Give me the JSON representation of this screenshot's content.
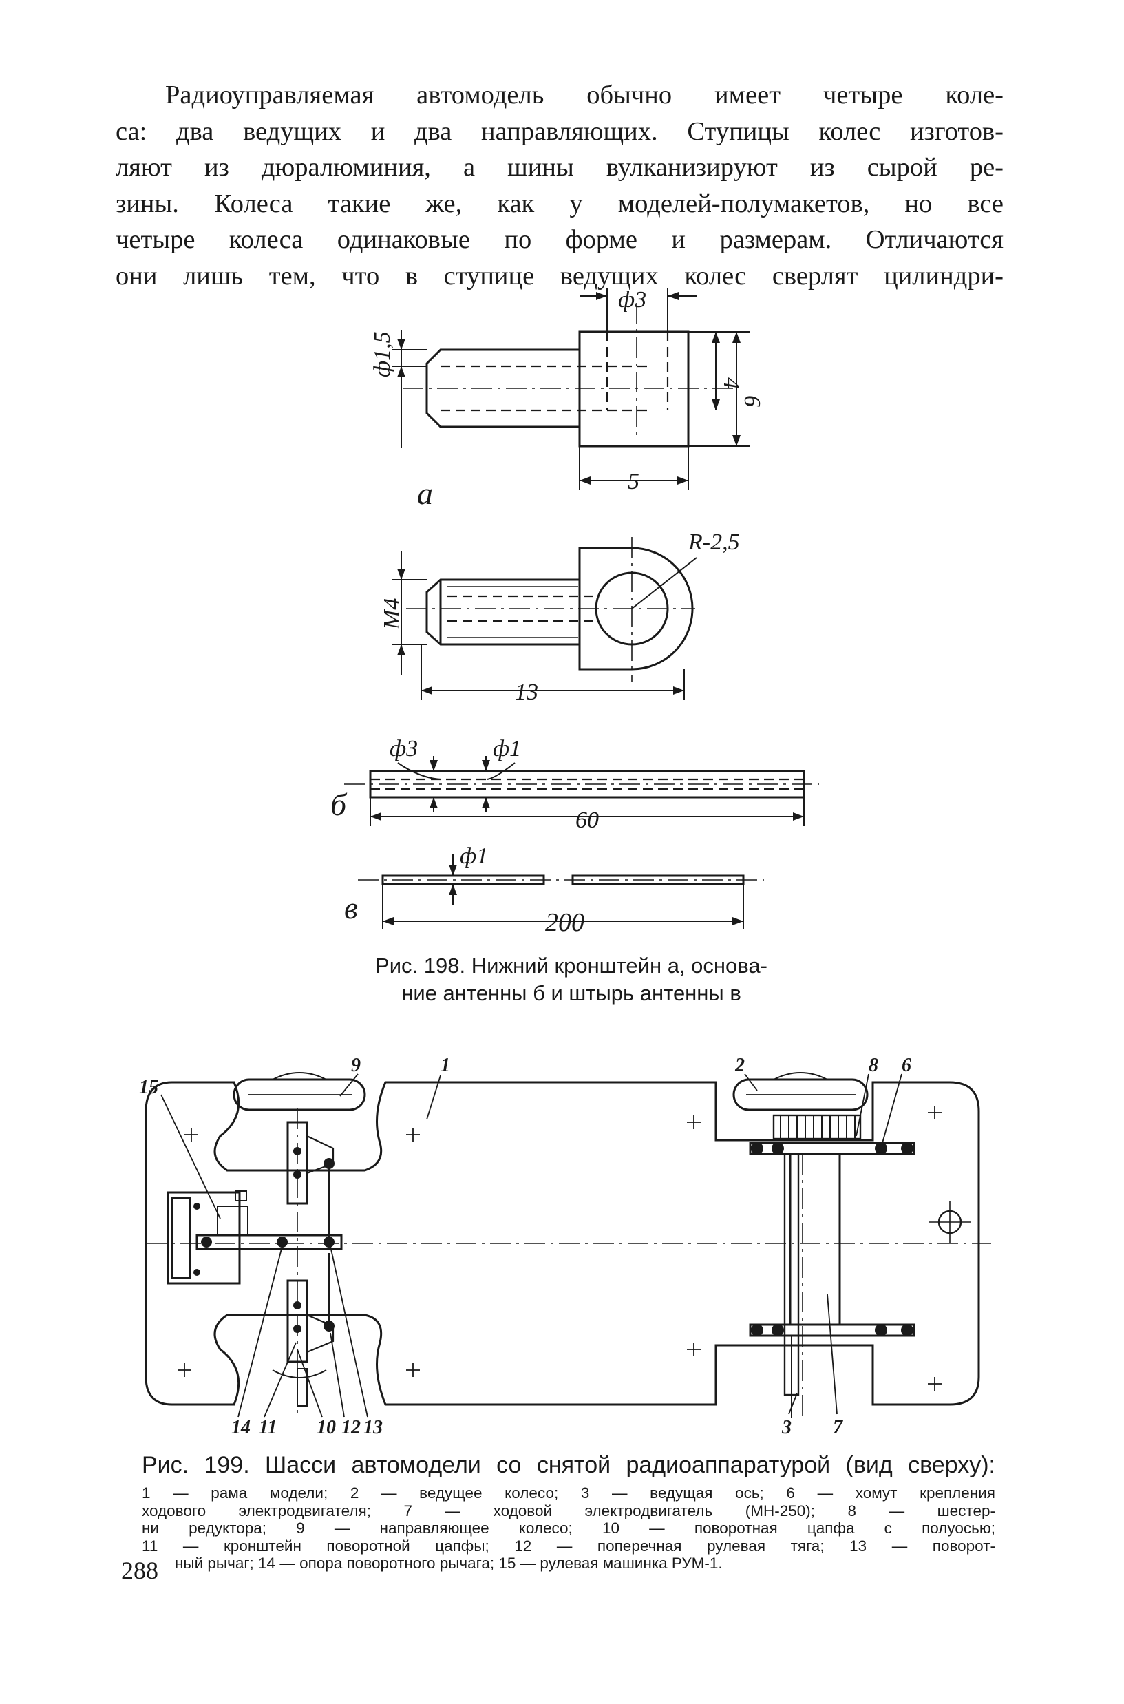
{
  "paragraph": {
    "lines": [
      "Радиоуправляемая автомодель обычно имеет четыре коле-",
      "са: два ведущих и два направляющих. Ступицы колес изготов-",
      "ляют из дюралюминия, а шины вулканизируют из сырой ре-",
      "зины. Колеса такие же, как у моделей-полумакетов, но все",
      "четыре колеса одинаковые по форме и размерам. Отличаются",
      "они лишь тем, что в ступице ведущих колес сверлят цилиндри-"
    ]
  },
  "figure198": {
    "dims": {
      "d3_top": "ф3",
      "d15": "ф1,5",
      "h4": "4",
      "h6": "6",
      "w5": "5",
      "r25": "R-2,5",
      "m4": "M4",
      "l13": "13",
      "d3_b": "ф3",
      "d1_b": "ф1",
      "l60": "60",
      "d1_v": "ф1",
      "l200": "200"
    },
    "parts": {
      "a": "а",
      "b": "б",
      "v": "в"
    },
    "caption_line1": "Рис. 198. Нижний кронштейн а, основа-",
    "caption_line2": "ние антенны б и штырь антенны в"
  },
  "figure199": {
    "callouts": {
      "c1": "1",
      "c2": "2",
      "c3": "3",
      "c6": "6",
      "c7": "7",
      "c8": "8",
      "c9": "9",
      "c10": "10",
      "c11": "11",
      "c12": "12",
      "c13": "13",
      "c14": "14",
      "c15": "15"
    },
    "caption_title": "Рис. 199. Шасси автомодели со снятой радиоаппаратурой (вид сверху):",
    "legend_lines": [
      "1 — рама модели; 2 — ведущее колесо; 3 — ведущая ось; 6 — хомут крепления",
      "ходового электродвигателя; 7 — ходовой электродвигатель (МН-250); 8 — шестер-",
      "ни редуктора; 9 — направляющее колесо; 10 — поворотная цапфа с полуосью;",
      "11 — кронштейн поворотной цапфы; 12 — поперечная рулевая тяга; 13 — поворот-",
      "ный рычаг; 14 — опора поворотного рычага; 15 — рулевая машинка РУМ-1."
    ]
  },
  "page_number": "288"
}
